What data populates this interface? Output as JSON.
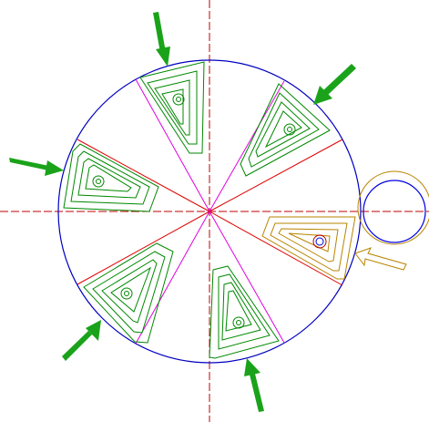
{
  "diagram": {
    "description_free": true,
    "sectors": 8,
    "pockets": 6,
    "feed_arrows": 6,
    "colors": {
      "background": "#ffffff",
      "center_line": "#c00000",
      "outer_circle": "#0000c0",
      "divider_red": "#e00000",
      "divider_magenta": "#e000e0",
      "pocket_green": "#008800",
      "pocket_active": "#b88400",
      "feed_arrow": "#1aa31a",
      "tool_inner_circle": "#0000e0",
      "tool_outer_circle": "#b88400"
    },
    "icons": {
      "feed_arrow": "arrow-icon",
      "active_pointer": "outlined-arrow-icon"
    }
  }
}
